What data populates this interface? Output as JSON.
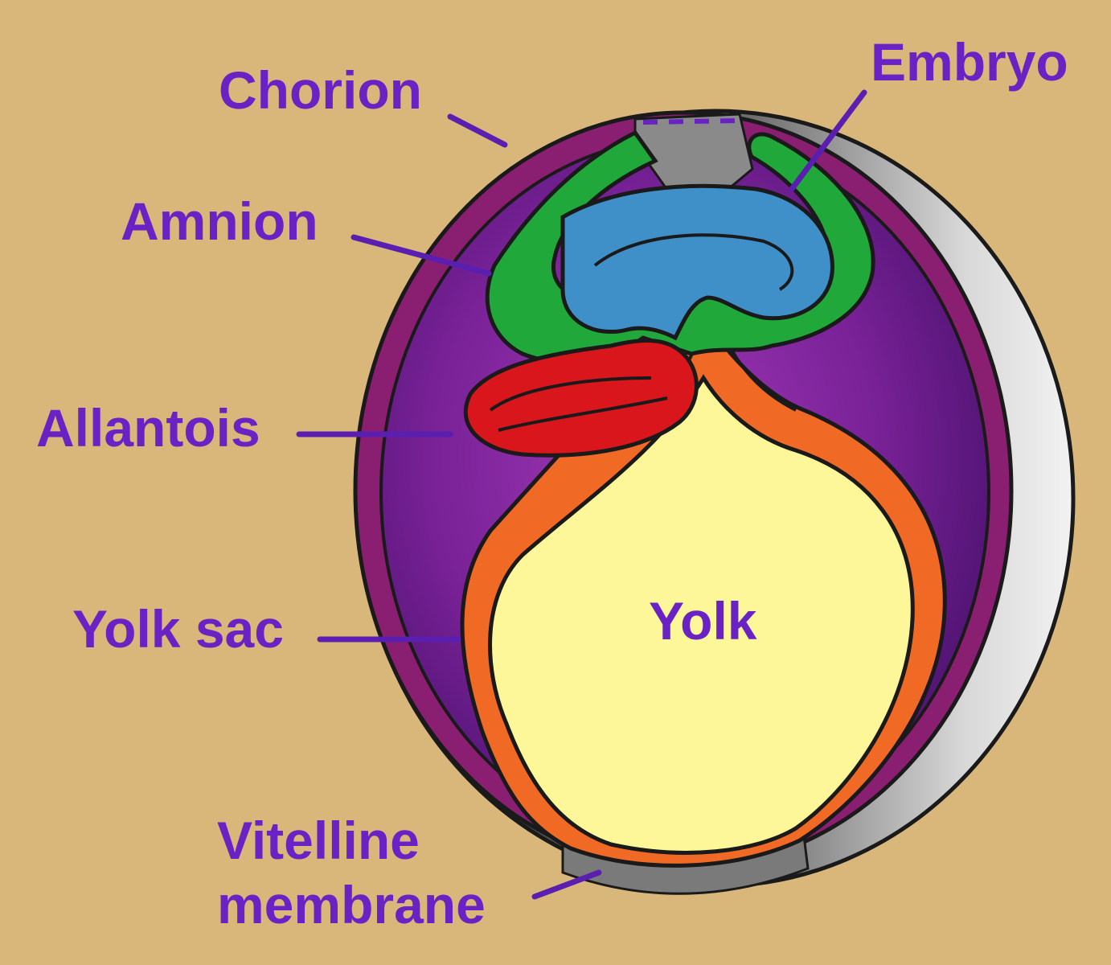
{
  "labels": {
    "chorion": "Chorion",
    "embryo": "Embryo",
    "amnion": "Amnion",
    "allantois": "Allantois",
    "yolk_sac": "Yolk sac",
    "yolk": "Yolk",
    "vitelline_line1": "Vitelline",
    "vitelline_line2": "membrane"
  },
  "colors": {
    "background": "#d9b77a",
    "label_text": "#6a22c4",
    "leader_line": "#5a1fb0",
    "shell_shadow": "#8e8e8e",
    "chorion": "#8a1f72",
    "cavity": "#6a1f8f",
    "amnion": "#21a83a",
    "embryo": "#3f8fc8",
    "allantois": "#d9161b",
    "yolk_sac": "#f06a25",
    "yolk": "#fdf79a"
  }
}
